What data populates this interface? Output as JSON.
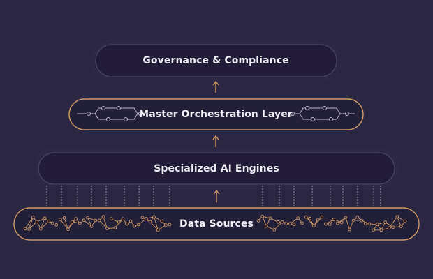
{
  "diagram": {
    "layers": [
      {
        "id": "governance",
        "label": "Governance & Compliance"
      },
      {
        "id": "orchestration",
        "label": "Master Orchestration Layer"
      },
      {
        "id": "engines",
        "label": "Specialized AI Engines"
      },
      {
        "id": "data",
        "label": "Data Sources"
      }
    ],
    "colors": {
      "background": "#2b2743",
      "pill_fill": "#221f38",
      "accent": "#d39a63",
      "text": "#f1eef7"
    },
    "icons": [
      "up-arrow-icon",
      "circuit-icon",
      "network-mesh-icon"
    ]
  }
}
